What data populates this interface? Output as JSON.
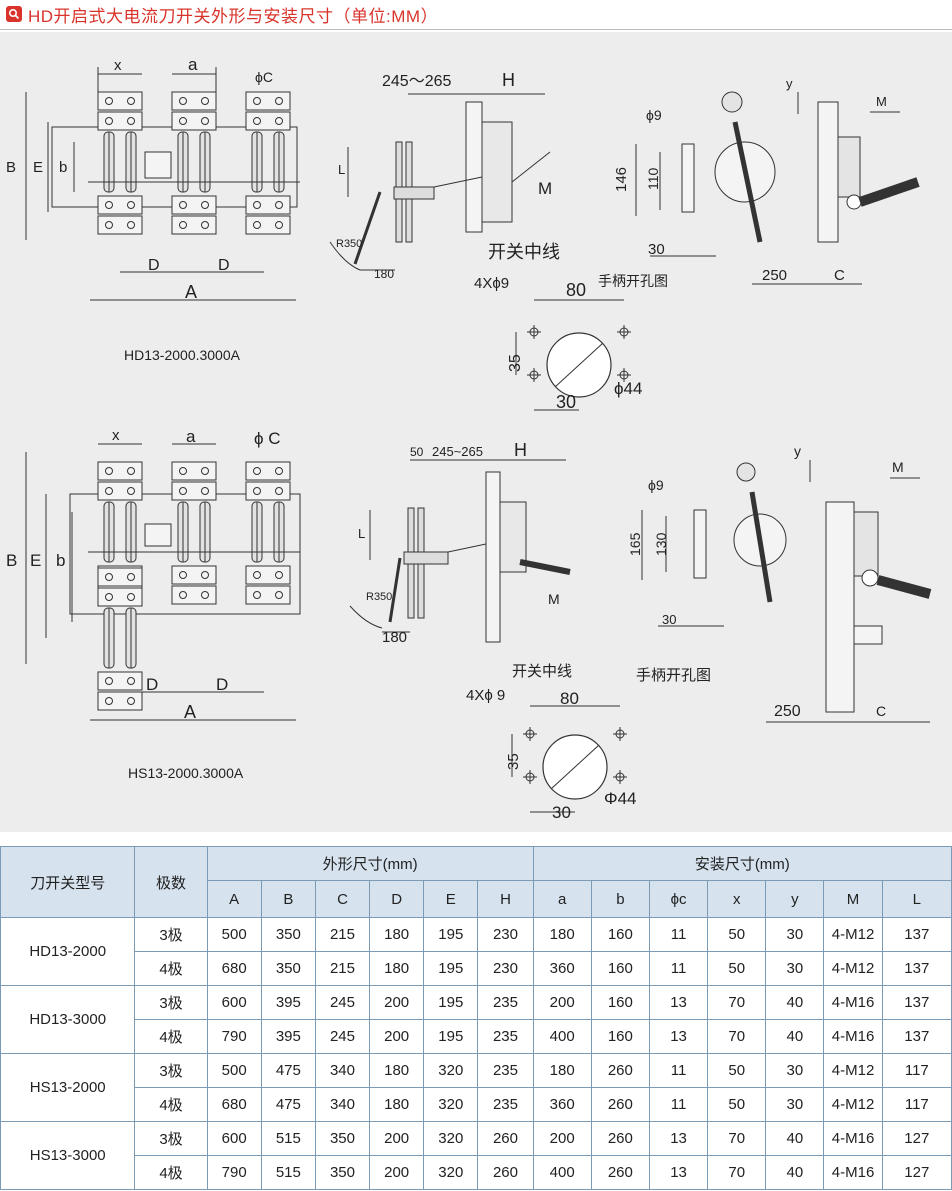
{
  "title": "HD开启式大电流刀开关外形与安装尺寸（单位:MM）",
  "drawing": {
    "top": {
      "model_label": "HD13-2000.3000A",
      "front": {
        "x": "x",
        "a": "a",
        "phiC": "ϕC",
        "B": "B",
        "E": "E",
        "b": "b",
        "D1": "D",
        "D2": "D",
        "A": "A"
      },
      "side": {
        "range": "245～265",
        "H": "H",
        "L": "L",
        "R": "R350",
        "dim180": "180",
        "M": "M",
        "centerline": "开关中线"
      },
      "handle": {
        "phi9": "ϕ9",
        "dim146": "146",
        "dim110": "110",
        "dim30": "30",
        "y": "y",
        "M": "M",
        "dim250": "250",
        "C": "C",
        "caption": "手柄开孔图"
      },
      "hole": {
        "holes": "4Xϕ9",
        "dim80": "80",
        "dim35": "35",
        "dim30": "30",
        "phi44": "ϕ44"
      }
    },
    "bottom": {
      "model_label": "HS13-2000.3000A",
      "front": {
        "x": "x",
        "a": "a",
        "phiC": "ϕ C",
        "B": "B",
        "E": "E",
        "b": "b",
        "D1": "D",
        "D2": "D",
        "A": "A"
      },
      "side": {
        "dim50": "50",
        "range": "245~265",
        "H": "H",
        "L": "L",
        "R": "R350",
        "dim180": "180",
        "M": "M",
        "centerline": "开关中线"
      },
      "handle": {
        "phi9": "ϕ9",
        "dim165": "165",
        "dim130": "130",
        "dim30": "30",
        "y": "y",
        "M": "M",
        "dim250": "250",
        "C": "C",
        "caption": "手柄开孔图"
      },
      "hole": {
        "holes": "4Xϕ 9",
        "dim80": "80",
        "dim35": "35",
        "dim30": "30",
        "phi44": "Φ44"
      }
    }
  },
  "table": {
    "h_model": "刀开关型号",
    "h_poles": "极数",
    "h_outline": "外形尺寸(mm)",
    "h_install": "安装尺寸(mm)",
    "cols": [
      "A",
      "B",
      "C",
      "D",
      "E",
      "H",
      "a",
      "b",
      "ϕc",
      "x",
      "y",
      "M",
      "L"
    ],
    "rows": [
      {
        "model": "HD13-2000",
        "entries": [
          {
            "poles": "3极",
            "vals": [
              "500",
              "350",
              "215",
              "180",
              "195",
              "230",
              "180",
              "160",
              "11",
              "50",
              "30",
              "4-M12",
              "137"
            ]
          },
          {
            "poles": "4极",
            "vals": [
              "680",
              "350",
              "215",
              "180",
              "195",
              "230",
              "360",
              "160",
              "11",
              "50",
              "30",
              "4-M12",
              "137"
            ]
          }
        ]
      },
      {
        "model": "HD13-3000",
        "entries": [
          {
            "poles": "3极",
            "vals": [
              "600",
              "395",
              "245",
              "200",
              "195",
              "235",
              "200",
              "160",
              "13",
              "70",
              "40",
              "4-M16",
              "137"
            ]
          },
          {
            "poles": "4极",
            "vals": [
              "790",
              "395",
              "245",
              "200",
              "195",
              "235",
              "400",
              "160",
              "13",
              "70",
              "40",
              "4-M16",
              "137"
            ]
          }
        ]
      },
      {
        "model": "HS13-2000",
        "entries": [
          {
            "poles": "3极",
            "vals": [
              "500",
              "475",
              "340",
              "180",
              "320",
              "235",
              "180",
              "260",
              "11",
              "50",
              "30",
              "4-M12",
              "117"
            ]
          },
          {
            "poles": "4极",
            "vals": [
              "680",
              "475",
              "340",
              "180",
              "320",
              "235",
              "360",
              "260",
              "11",
              "50",
              "30",
              "4-M12",
              "117"
            ]
          }
        ]
      },
      {
        "model": "HS13-3000",
        "entries": [
          {
            "poles": "3极",
            "vals": [
              "600",
              "515",
              "350",
              "200",
              "320",
              "260",
              "200",
              "260",
              "13",
              "70",
              "40",
              "4-M16",
              "127"
            ]
          },
          {
            "poles": "4极",
            "vals": [
              "790",
              "515",
              "350",
              "200",
              "320",
              "260",
              "400",
              "260",
              "13",
              "70",
              "40",
              "4-M16",
              "127"
            ]
          }
        ]
      }
    ]
  }
}
